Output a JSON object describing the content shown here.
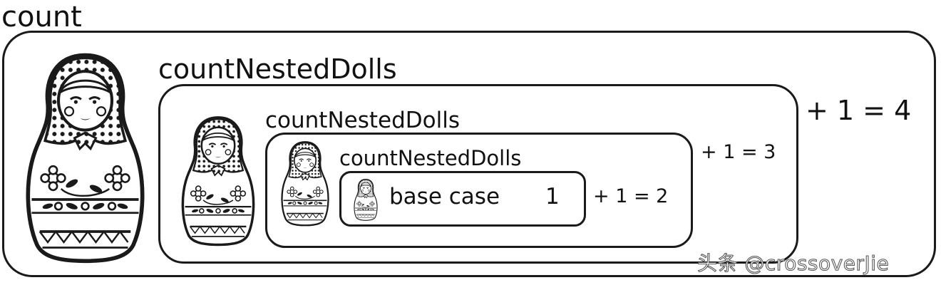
{
  "levels": [
    {
      "title": "count",
      "sum": "+ 1 = 4"
    },
    {
      "title": "countNestedDolls",
      "sum": "+ 1 = 3"
    },
    {
      "title": "countNestedDolls",
      "sum": "+ 1 = 2"
    },
    {
      "title": "countNestedDolls",
      "sum": ""
    }
  ],
  "base": {
    "label": "base case",
    "value": "1"
  },
  "watermark": "头条 @crossoverJie",
  "icons": [
    "matryoshka-doll-icon"
  ],
  "colors": {
    "ink": "#1a1a1a",
    "background": "#ffffff"
  }
}
